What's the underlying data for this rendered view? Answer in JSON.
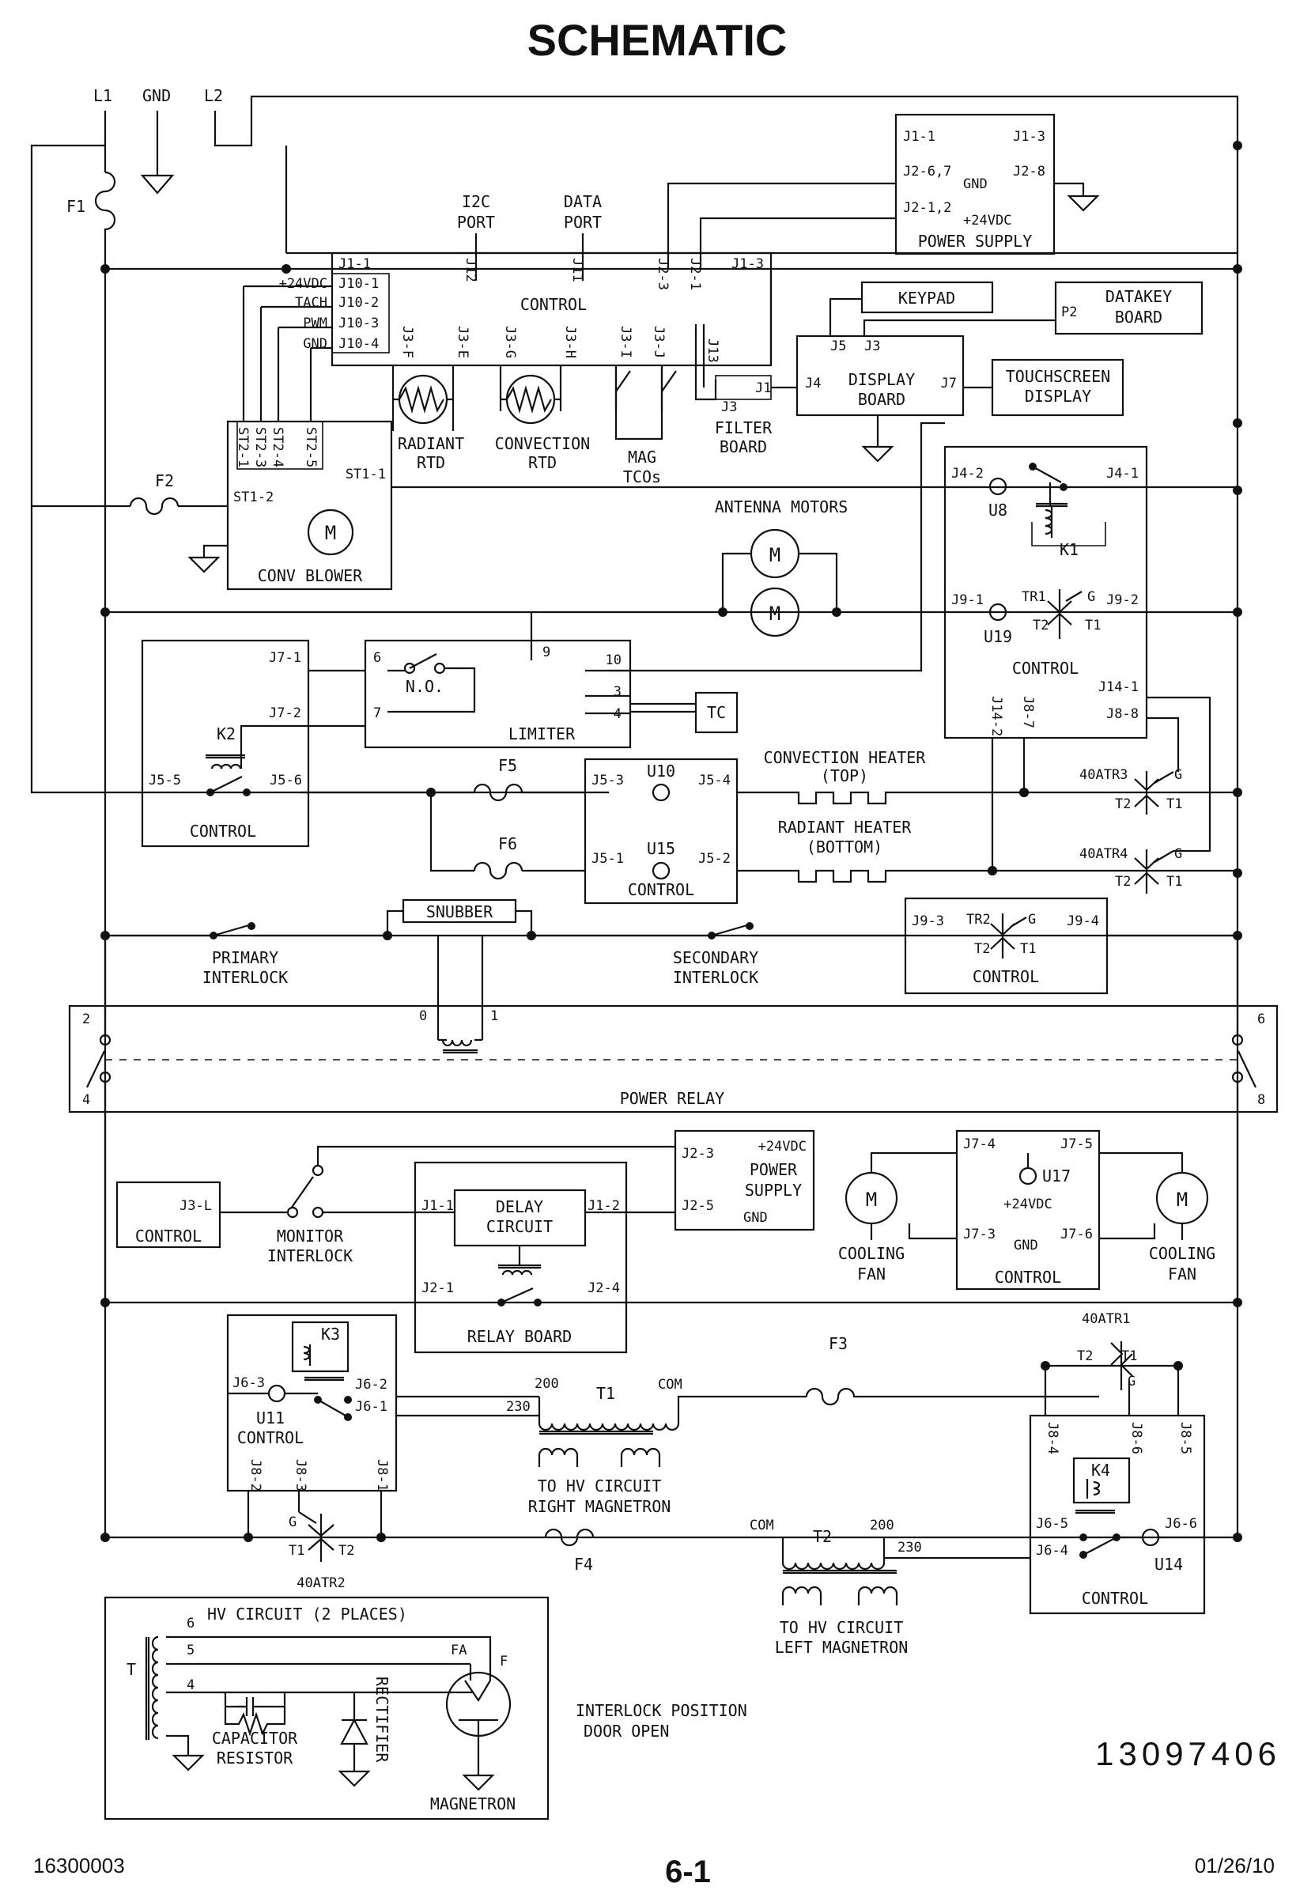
{
  "title": "SCHEMATIC",
  "footer": {
    "doc_number": "16300003",
    "page": "6-1",
    "date": "01/26/10",
    "drawing_number": "13097406"
  },
  "supply": {
    "l1": "L1",
    "gnd": "GND",
    "l2": "L2"
  },
  "fuses": {
    "f1": "F1",
    "f2": "F2",
    "f3": "F3",
    "f4": "F4",
    "f5": "F5",
    "f6": "F6"
  },
  "power_supply": {
    "title": "POWER SUPPLY",
    "j1_1": "J1-1",
    "j1_3": "J1-3",
    "j2_67": "J2-6,7",
    "gnd": "GND",
    "j2_8": "J2-8",
    "j2_12": "J2-1,2",
    "vdc": "+24VDC"
  },
  "control_main": {
    "title": "CONTROL",
    "i2c": [
      "I2C",
      "PORT"
    ],
    "data": [
      "DATA",
      "PORT"
    ],
    "j1_1": "J1-1",
    "j10_1": "J10-1",
    "j10_2": "J10-2",
    "j10_3": "J10-3",
    "j10_4": "J10-4",
    "vdc": "+24VDC",
    "tach": "TACH",
    "pwm": "PWM",
    "gnd": "GND",
    "j12": "J12",
    "j11": "J11",
    "j2_3": "J2-3",
    "j2_1": "J2-1",
    "j1_3": "J1-3",
    "j3_f": "J3-F",
    "j3_e": "J3-E",
    "j3_g": "J3-G",
    "j3_h": "J3-H",
    "j3_i": "J3-I",
    "j3_j": "J3-J",
    "j13": "J13"
  },
  "rtd": {
    "radiant": [
      "RADIANT",
      "RTD"
    ],
    "convection": [
      "CONVECTION",
      "RTD"
    ],
    "mag_tcos": [
      "MAG",
      "TCOs"
    ]
  },
  "filter_board": {
    "title": [
      "FILTER",
      "BOARD"
    ],
    "j1": "J1",
    "j3": "J3"
  },
  "display_board": {
    "title": [
      "DISPLAY",
      "BOARD"
    ],
    "j5": "J5",
    "j3": "J3",
    "j4": "J4",
    "j7": "J7"
  },
  "keypad": "KEYPAD",
  "datakey": {
    "title": [
      "DATAKEY",
      "BOARD"
    ],
    "p2": "P2"
  },
  "touchscreen": [
    "TOUCHSCREEN",
    "DISPLAY"
  ],
  "conv_blower": {
    "title": "CONV BLOWER",
    "st2_1": "ST2-1",
    "st2_3": "ST2-3",
    "st2_4": "ST2-4",
    "st2_5": "ST2-5",
    "st1_1": "ST1-1",
    "st1_2": "ST1-2",
    "m": "M"
  },
  "antenna_motors": {
    "title": "ANTENNA MOTORS",
    "m": "M"
  },
  "control_u8": {
    "title": "CONTROL",
    "j4_2": "J4-2",
    "j4_1": "J4-1",
    "u8": "U8",
    "k1": "K1",
    "j9_1": "J9-1",
    "u19": "U19",
    "tr1": "TR1",
    "g": "G",
    "j9_2": "J9-2",
    "t2": "T2",
    "t1": "T1",
    "j14_2": "J14-2",
    "j8_7": "J8-7",
    "j14_1": "J14-1",
    "j8_8": "J8-8"
  },
  "control_k2": {
    "title": "CONTROL",
    "j7_1": "J7-1",
    "j7_2": "J7-2",
    "k2": "K2",
    "j5_5": "J5-5",
    "j5_6": "J5-6"
  },
  "limiter": {
    "title": "LIMITER",
    "p6": "6",
    "no": "N.O.",
    "p7": "7",
    "p9": "9",
    "p10": "10",
    "p3": "3",
    "p4": "4",
    "tc": "TC"
  },
  "heaters": {
    "convection": [
      "CONVECTION HEATER",
      "(TOP)"
    ],
    "radiant": [
      "RADIANT HEATER",
      "(BOTTOM)"
    ]
  },
  "control_u10": {
    "title": "CONTROL",
    "j5_3": "J5-3",
    "u10": "U10",
    "j5_4": "J5-4",
    "j5_1": "J5-1",
    "u15": "U15",
    "j5_2": "J5-2"
  },
  "triacs": {
    "atr3": "40ATR3",
    "atr4": "40ATR4",
    "atr1": "40ATR1",
    "atr2": "40ATR2",
    "g": "G",
    "t1": "T1",
    "t2": "T2"
  },
  "interlocks": {
    "snubber": "SNUBBER",
    "primary": [
      "PRIMARY",
      "INTERLOCK"
    ],
    "secondary": [
      "SECONDARY",
      "INTERLOCK"
    ],
    "monitor": [
      "MONITOR",
      "INTERLOCK"
    ]
  },
  "control_tr2": {
    "title": "CONTROL",
    "j9_3": "J9-3",
    "tr2": "TR2",
    "g": "G",
    "j9_4": "J9-4",
    "t2": "T2",
    "t1": "T1"
  },
  "power_relay": {
    "title": "POWER RELAY",
    "p0": "0",
    "p1": "1",
    "p2": "2",
    "p4": "4",
    "p6": "6",
    "p8": "8"
  },
  "control_j3l": {
    "title": "CONTROL",
    "j3_l": "J3-L"
  },
  "relay_board": {
    "title": "RELAY BOARD",
    "delay": [
      "DELAY",
      "CIRCUIT"
    ],
    "j1_1": "J1-1",
    "j1_2": "J1-2",
    "j2_1": "J2-1",
    "j2_4": "J2-4"
  },
  "power_supply_2": {
    "title": [
      "POWER",
      "SUPPLY"
    ],
    "j2_3": "J2-3",
    "vdc": "+24VDC",
    "j2_5": "J2-5",
    "gnd": "GND"
  },
  "cooling": {
    "fan": [
      "COOLING",
      "FAN"
    ],
    "m": "M",
    "j7_4": "J7-4",
    "j7_5": "J7-5",
    "u17": "U17",
    "vdc": "+24VDC",
    "j7_3": "J7-3",
    "gnd": "GND",
    "j7_6": "J7-6",
    "title": "CONTROL"
  },
  "control_u11": {
    "title": "CONTROL",
    "k3": "K3",
    "j6_3": "J6-3",
    "j6_2": "J6-2",
    "j6_1": "J6-1",
    "u11": "U11",
    "j8_2": "J8-2",
    "j8_3": "J8-3",
    "j8_1": "J8-1"
  },
  "t1": {
    "name": "T1",
    "p200": "200",
    "p230": "230",
    "com": "COM",
    "out": [
      "TO HV CIRCUIT",
      "RIGHT MAGNETRON"
    ]
  },
  "t2": {
    "name": "T2",
    "com": "COM",
    "p200": "200",
    "p230": "230",
    "out": [
      "TO HV CIRCUIT",
      "LEFT MAGNETRON"
    ]
  },
  "control_u14": {
    "title": "CONTROL",
    "j8_4": "J8-4",
    "j8_6": "J8-6",
    "j8_5": "J8-5",
    "k4": "K4",
    "j6_5": "J6-5",
    "j6_6": "J6-6",
    "j6_4": "J6-4",
    "u14": "U14"
  },
  "hv_circuit": {
    "title": "HV CIRCUIT (2 PLACES)",
    "t": "T",
    "p6": "6",
    "p5": "5",
    "p4": "4",
    "fa": "FA",
    "f": "F",
    "cap": [
      "CAPACITOR",
      "RESISTOR"
    ],
    "rectifier": "RECTIFIER",
    "magnetron": "MAGNETRON"
  },
  "interlock_note": [
    "INTERLOCK POSITION",
    "DOOR OPEN"
  ]
}
